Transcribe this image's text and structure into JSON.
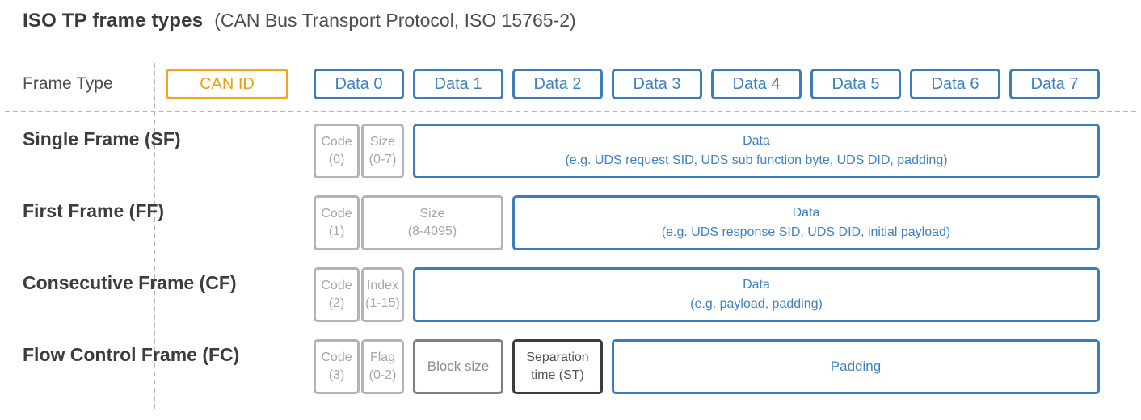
{
  "title": {
    "main": "ISO TP frame types",
    "subtitle": "(CAN Bus Transport Protocol, ISO 15765-2)"
  },
  "colors": {
    "accent_orange": "#f5a41f",
    "accent_blue": "#3b7dbe",
    "light_gray": "#b4b4b4",
    "medium_gray": "#7f7f7f",
    "dark_gray": "#3d3d3d",
    "divider_gray": "#b5b5b5",
    "text_dark": "#3a3a3a"
  },
  "header": {
    "frame_type_label": "Frame Type",
    "can_id": "CAN ID",
    "data_labels": [
      "Data 0",
      "Data 1",
      "Data 2",
      "Data 3",
      "Data 4",
      "Data 5",
      "Data 6",
      "Data 7"
    ]
  },
  "rows": [
    {
      "name_line1": "Single Frame",
      "name_line2": "(SF)",
      "code": {
        "line1": "Code",
        "line2": "(0)"
      },
      "second": {
        "line1": "Size",
        "line2": "(0-7)"
      },
      "data": {
        "line1": "Data",
        "line2": "(e.g. UDS request SID, UDS sub function byte, UDS DID, padding)"
      }
    },
    {
      "name_line1": "First Frame",
      "name_line2": "(FF)",
      "code": {
        "line1": "Code",
        "line2": "(1)"
      },
      "second": {
        "line1": "Size",
        "line2": "(8-4095)"
      },
      "data": {
        "line1": "Data",
        "line2": "(e.g. UDS response SID, UDS DID, initial payload)"
      }
    },
    {
      "name_line1": "Consecutive",
      "name_line2": "Frame (CF)",
      "code": {
        "line1": "Code",
        "line2": "(2)"
      },
      "second": {
        "line1": "Index",
        "line2": "(1-15)"
      },
      "data": {
        "line1": "Data",
        "line2": "(e.g. payload, padding)"
      }
    },
    {
      "name_line1": "Flow Control",
      "name_line2": "Frame (FC)",
      "code": {
        "line1": "Code",
        "line2": "(3)"
      },
      "second": {
        "line1": "Flag",
        "line2": "(0-2)"
      },
      "block_size": "Block size",
      "separation": {
        "line1": "Separation",
        "line2": "time (ST)"
      },
      "padding": "Padding"
    }
  ]
}
